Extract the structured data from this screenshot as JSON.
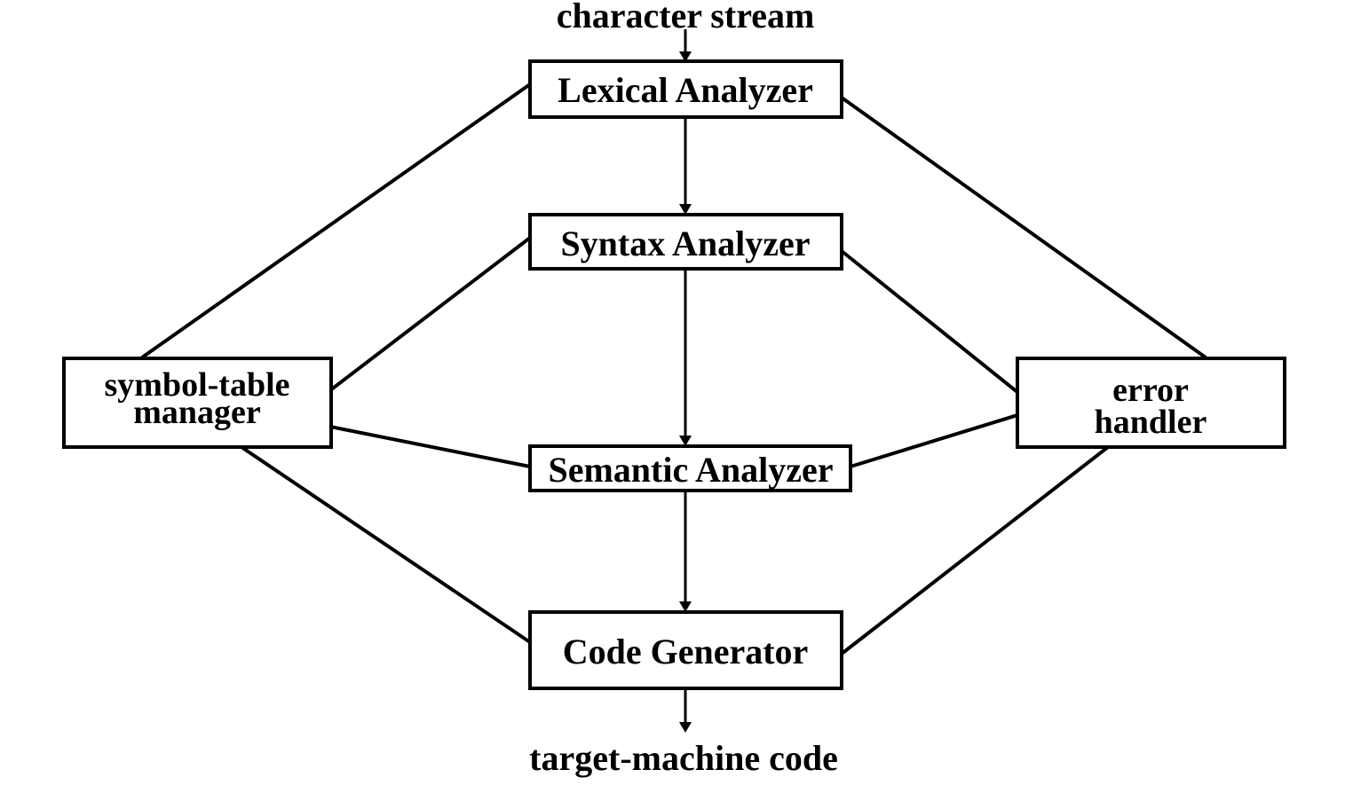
{
  "input_label": "character stream",
  "output_label": "target-machine code",
  "phases": {
    "lexical": "Lexical Analyzer",
    "syntax": "Syntax Analyzer",
    "semantic": "Semantic Analyzer",
    "codegen": "Code Generator"
  },
  "side_nodes": {
    "symbol_table": {
      "line1": "symbol-table",
      "line2": "manager"
    },
    "error_handler": {
      "line1": "error",
      "line2": "handler"
    }
  }
}
